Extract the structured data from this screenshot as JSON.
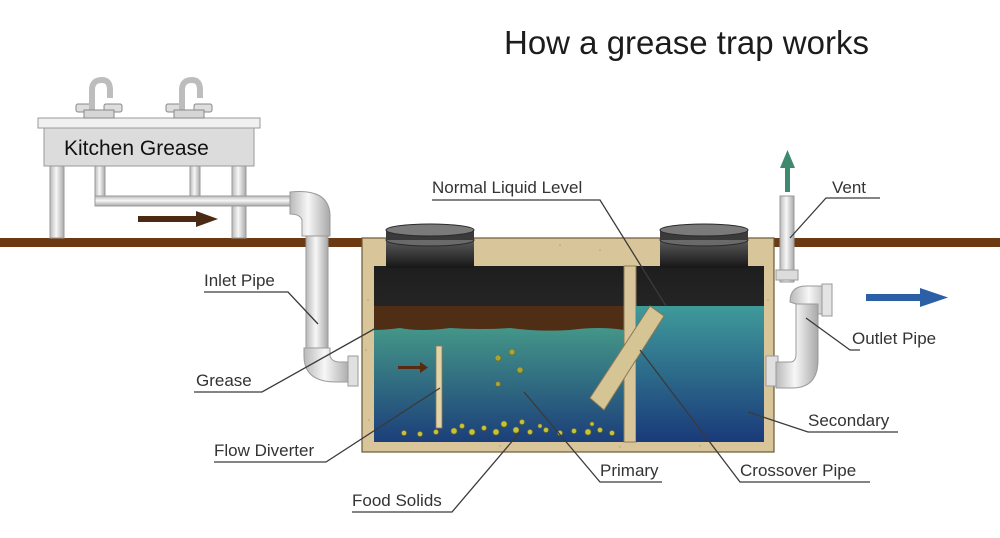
{
  "title": "How a grease trap works",
  "labels": {
    "kitchen_grease": "Kitchen Grease",
    "normal_liquid_level": "Normal Liquid Level",
    "vent": "Vent",
    "inlet_pipe": "Inlet Pipe",
    "outlet_pipe": "Outlet Pipe",
    "grease": "Grease",
    "secondary": "Secondary",
    "flow_diverter": "Flow Diverter",
    "primary": "Primary",
    "crossover_pipe": "Crossover Pipe",
    "food_solids": "Food Solids"
  },
  "colors": {
    "ground": "#6b3a12",
    "tank_wall": "#d9c59a",
    "tank_outline": "#6a5a3a",
    "air_space": "#2e2e2e",
    "grease_layer": "#4f2e15",
    "water_top": "#49a28a",
    "water_bottom": "#1c3f7a",
    "pipe": "#e6e6e6",
    "flow_arrow_in": "#4a2a12",
    "flow_arrow_out": "#2b5fa6",
    "vent_arrow": "#3e8a6e"
  }
}
